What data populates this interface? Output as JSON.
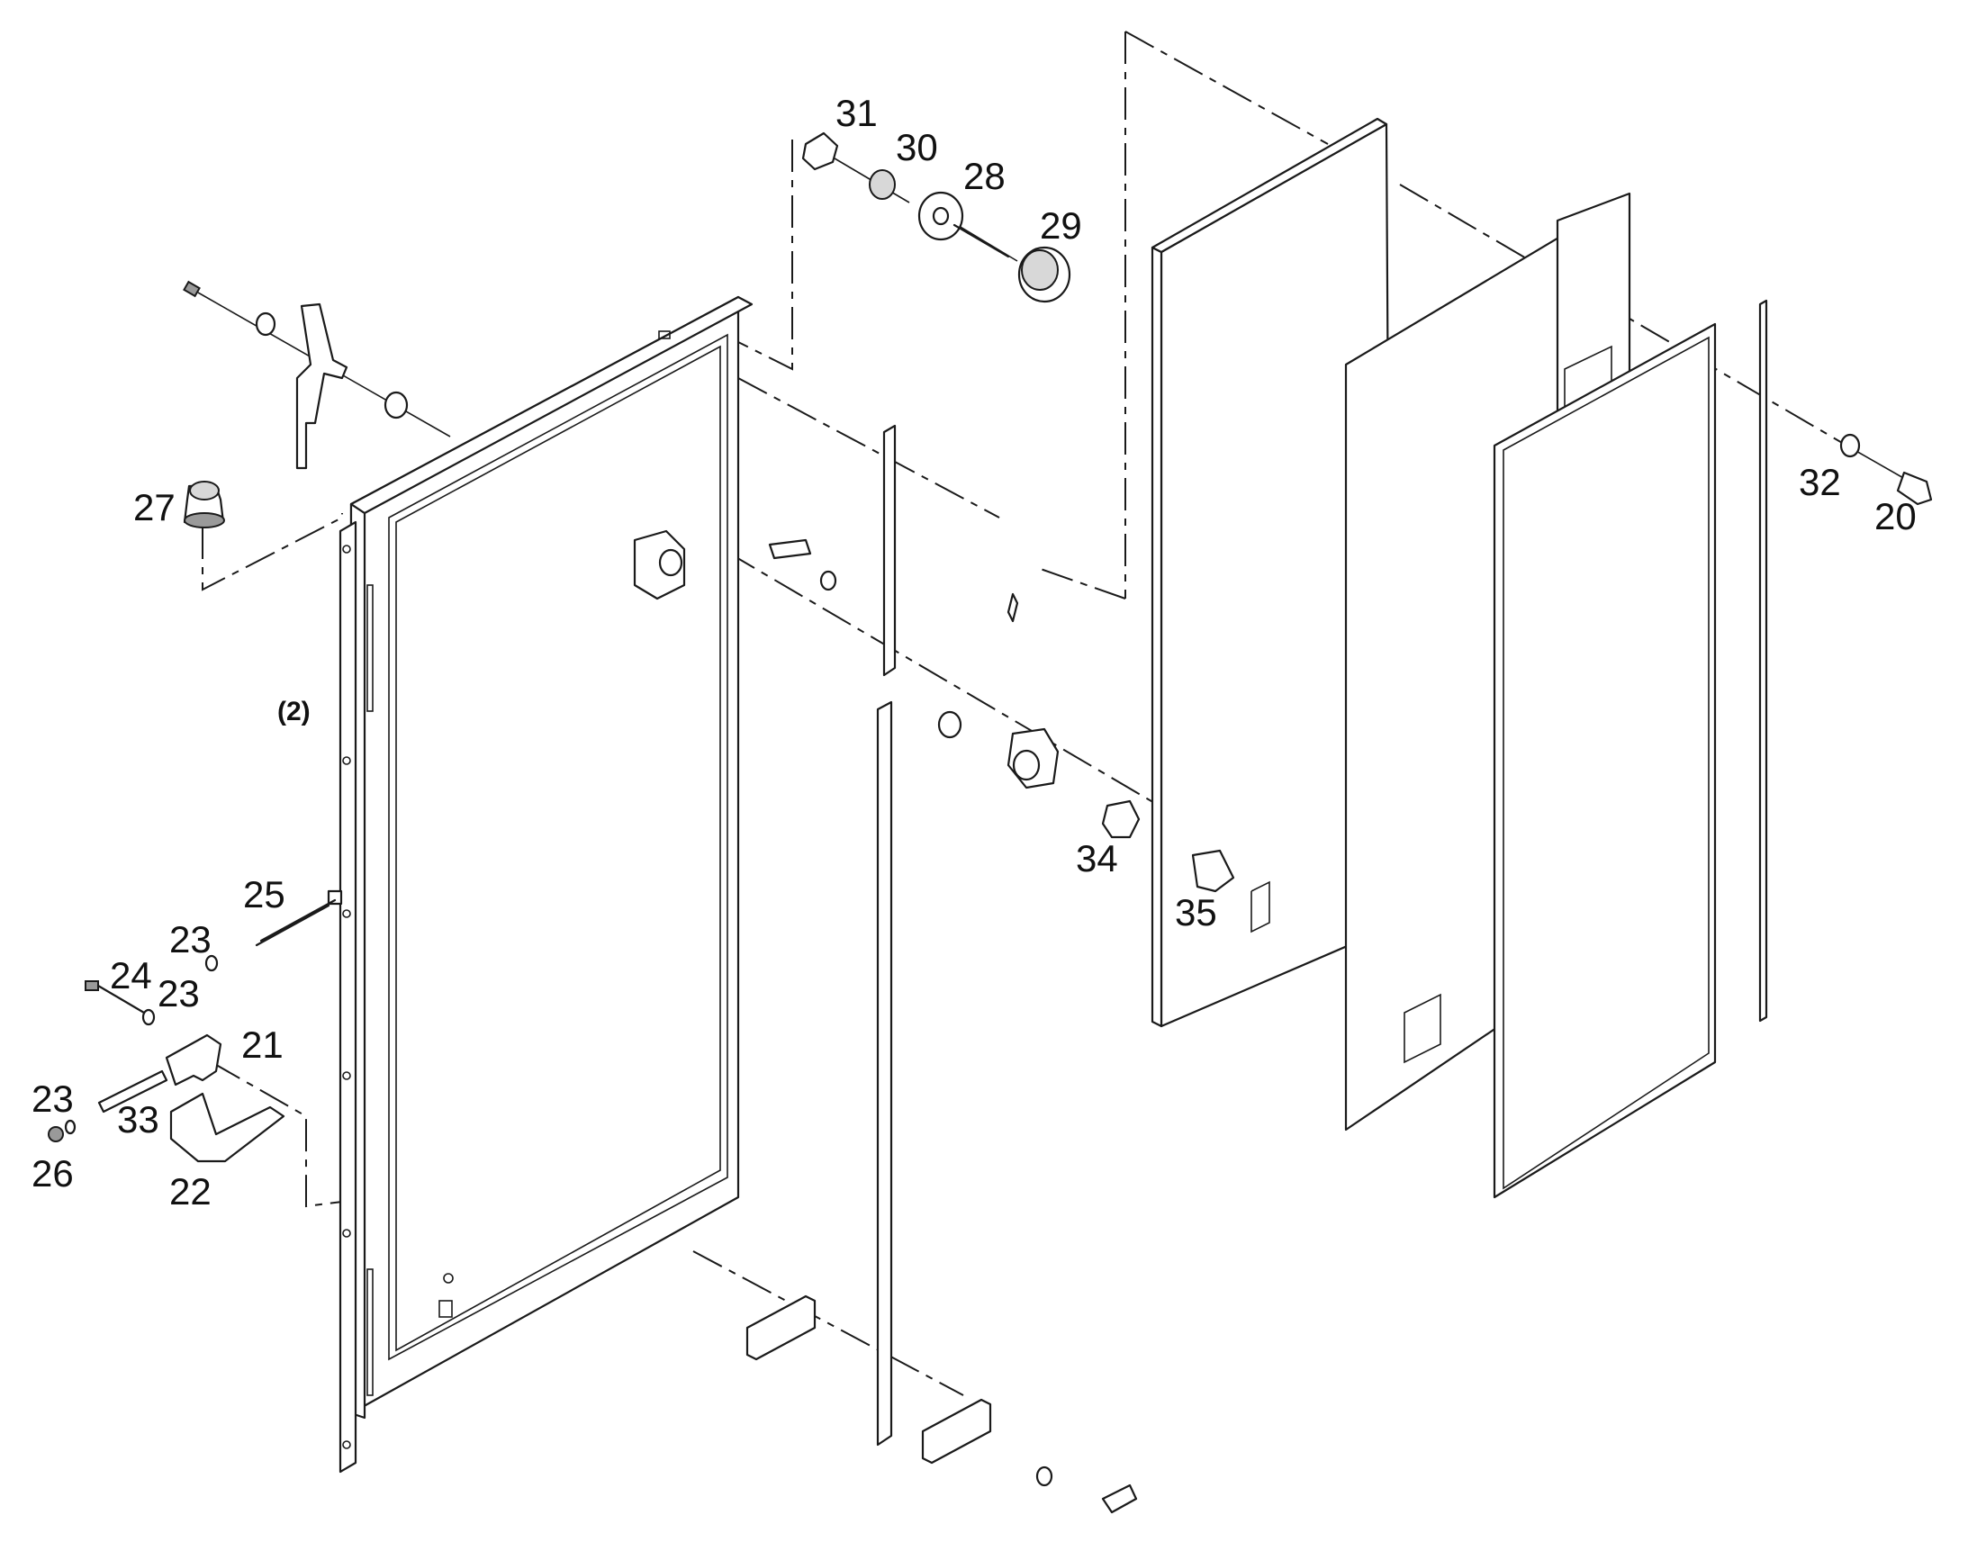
{
  "diagram": {
    "quantity_note": "(2)",
    "callouts": [
      {
        "id": "c20",
        "text": "20"
      },
      {
        "id": "c21",
        "text": "21"
      },
      {
        "id": "c22",
        "text": "22"
      },
      {
        "id": "c23a",
        "text": "23"
      },
      {
        "id": "c23b",
        "text": "23"
      },
      {
        "id": "c23c",
        "text": "23"
      },
      {
        "id": "c24",
        "text": "24"
      },
      {
        "id": "c25",
        "text": "25"
      },
      {
        "id": "c26",
        "text": "26"
      },
      {
        "id": "c27",
        "text": "27"
      },
      {
        "id": "c28",
        "text": "28"
      },
      {
        "id": "c29",
        "text": "29"
      },
      {
        "id": "c30",
        "text": "30"
      },
      {
        "id": "c31",
        "text": "31"
      },
      {
        "id": "c32",
        "text": "32"
      },
      {
        "id": "c33",
        "text": "33"
      },
      {
        "id": "c34",
        "text": "34"
      },
      {
        "id": "c35",
        "text": "35"
      }
    ]
  }
}
